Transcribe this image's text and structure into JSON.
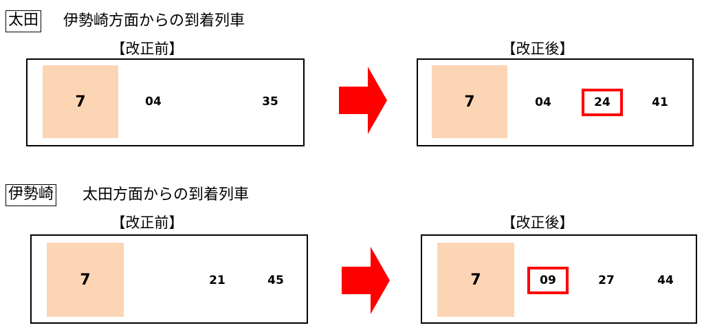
{
  "sections": [
    {
      "station": "太田",
      "heading": "伊勢崎方面からの到着列車",
      "before_label": "【改正前】",
      "after_label": "【改正後】",
      "hour": "7",
      "before_minutes": [
        "04",
        "35"
      ],
      "after_minutes": [
        "04",
        "24",
        "41"
      ],
      "changed_minute": "24"
    },
    {
      "station": "伊勢崎",
      "heading": "太田方面からの到着列車",
      "before_label": "【改正前】",
      "after_label": "【改正後】",
      "hour": "7",
      "before_minutes": [
        "21",
        "45"
      ],
      "after_minutes": [
        "09",
        "27",
        "44"
      ],
      "changed_minute": "09"
    }
  ],
  "colors": {
    "hour_fill": "#fcd5b5",
    "highlight": "#ff0000",
    "arrow": "#ff0000"
  }
}
